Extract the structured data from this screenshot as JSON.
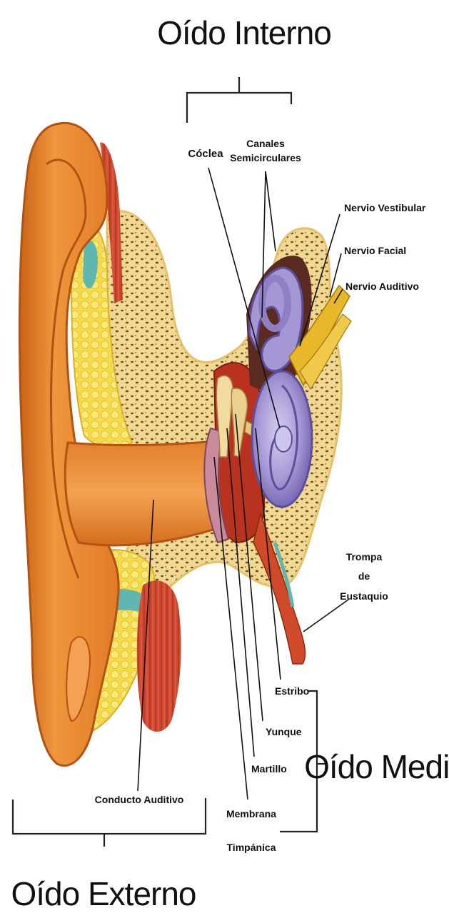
{
  "regions": {
    "inner": "Oído Interno",
    "middle": "Oído Medio",
    "outer": "Oído Externo"
  },
  "labels": {
    "cochlea": "Cóclea",
    "canals_line1": "Canales",
    "canals_line2": "Semicirculares",
    "vestibular_nerve": "Nervio Vestibular",
    "facial_nerve": "Nervio Facial",
    "auditory_nerve": "Nervio Auditivo",
    "eustachian_line1": "Trompa",
    "eustachian_line2": "de",
    "eustachian_line3": "Eustaquio",
    "stapes": "Estribo",
    "incus": "Yunque",
    "malleus": "Martillo",
    "ear_canal": "Conducto Auditivo",
    "eardrum_line1": "Membrana",
    "eardrum_line2": "Timpánica"
  },
  "colors": {
    "skin": "#e8842c",
    "skin_dark": "#c45f12",
    "bone": "#f1dc9a",
    "bone_spots": "#7a4a22",
    "fat": "#f7e15a",
    "cochlea": "#a99cd6",
    "muscle": "#c9412b",
    "nerve": "#e8b82a",
    "teal": "#5fb7b0"
  }
}
